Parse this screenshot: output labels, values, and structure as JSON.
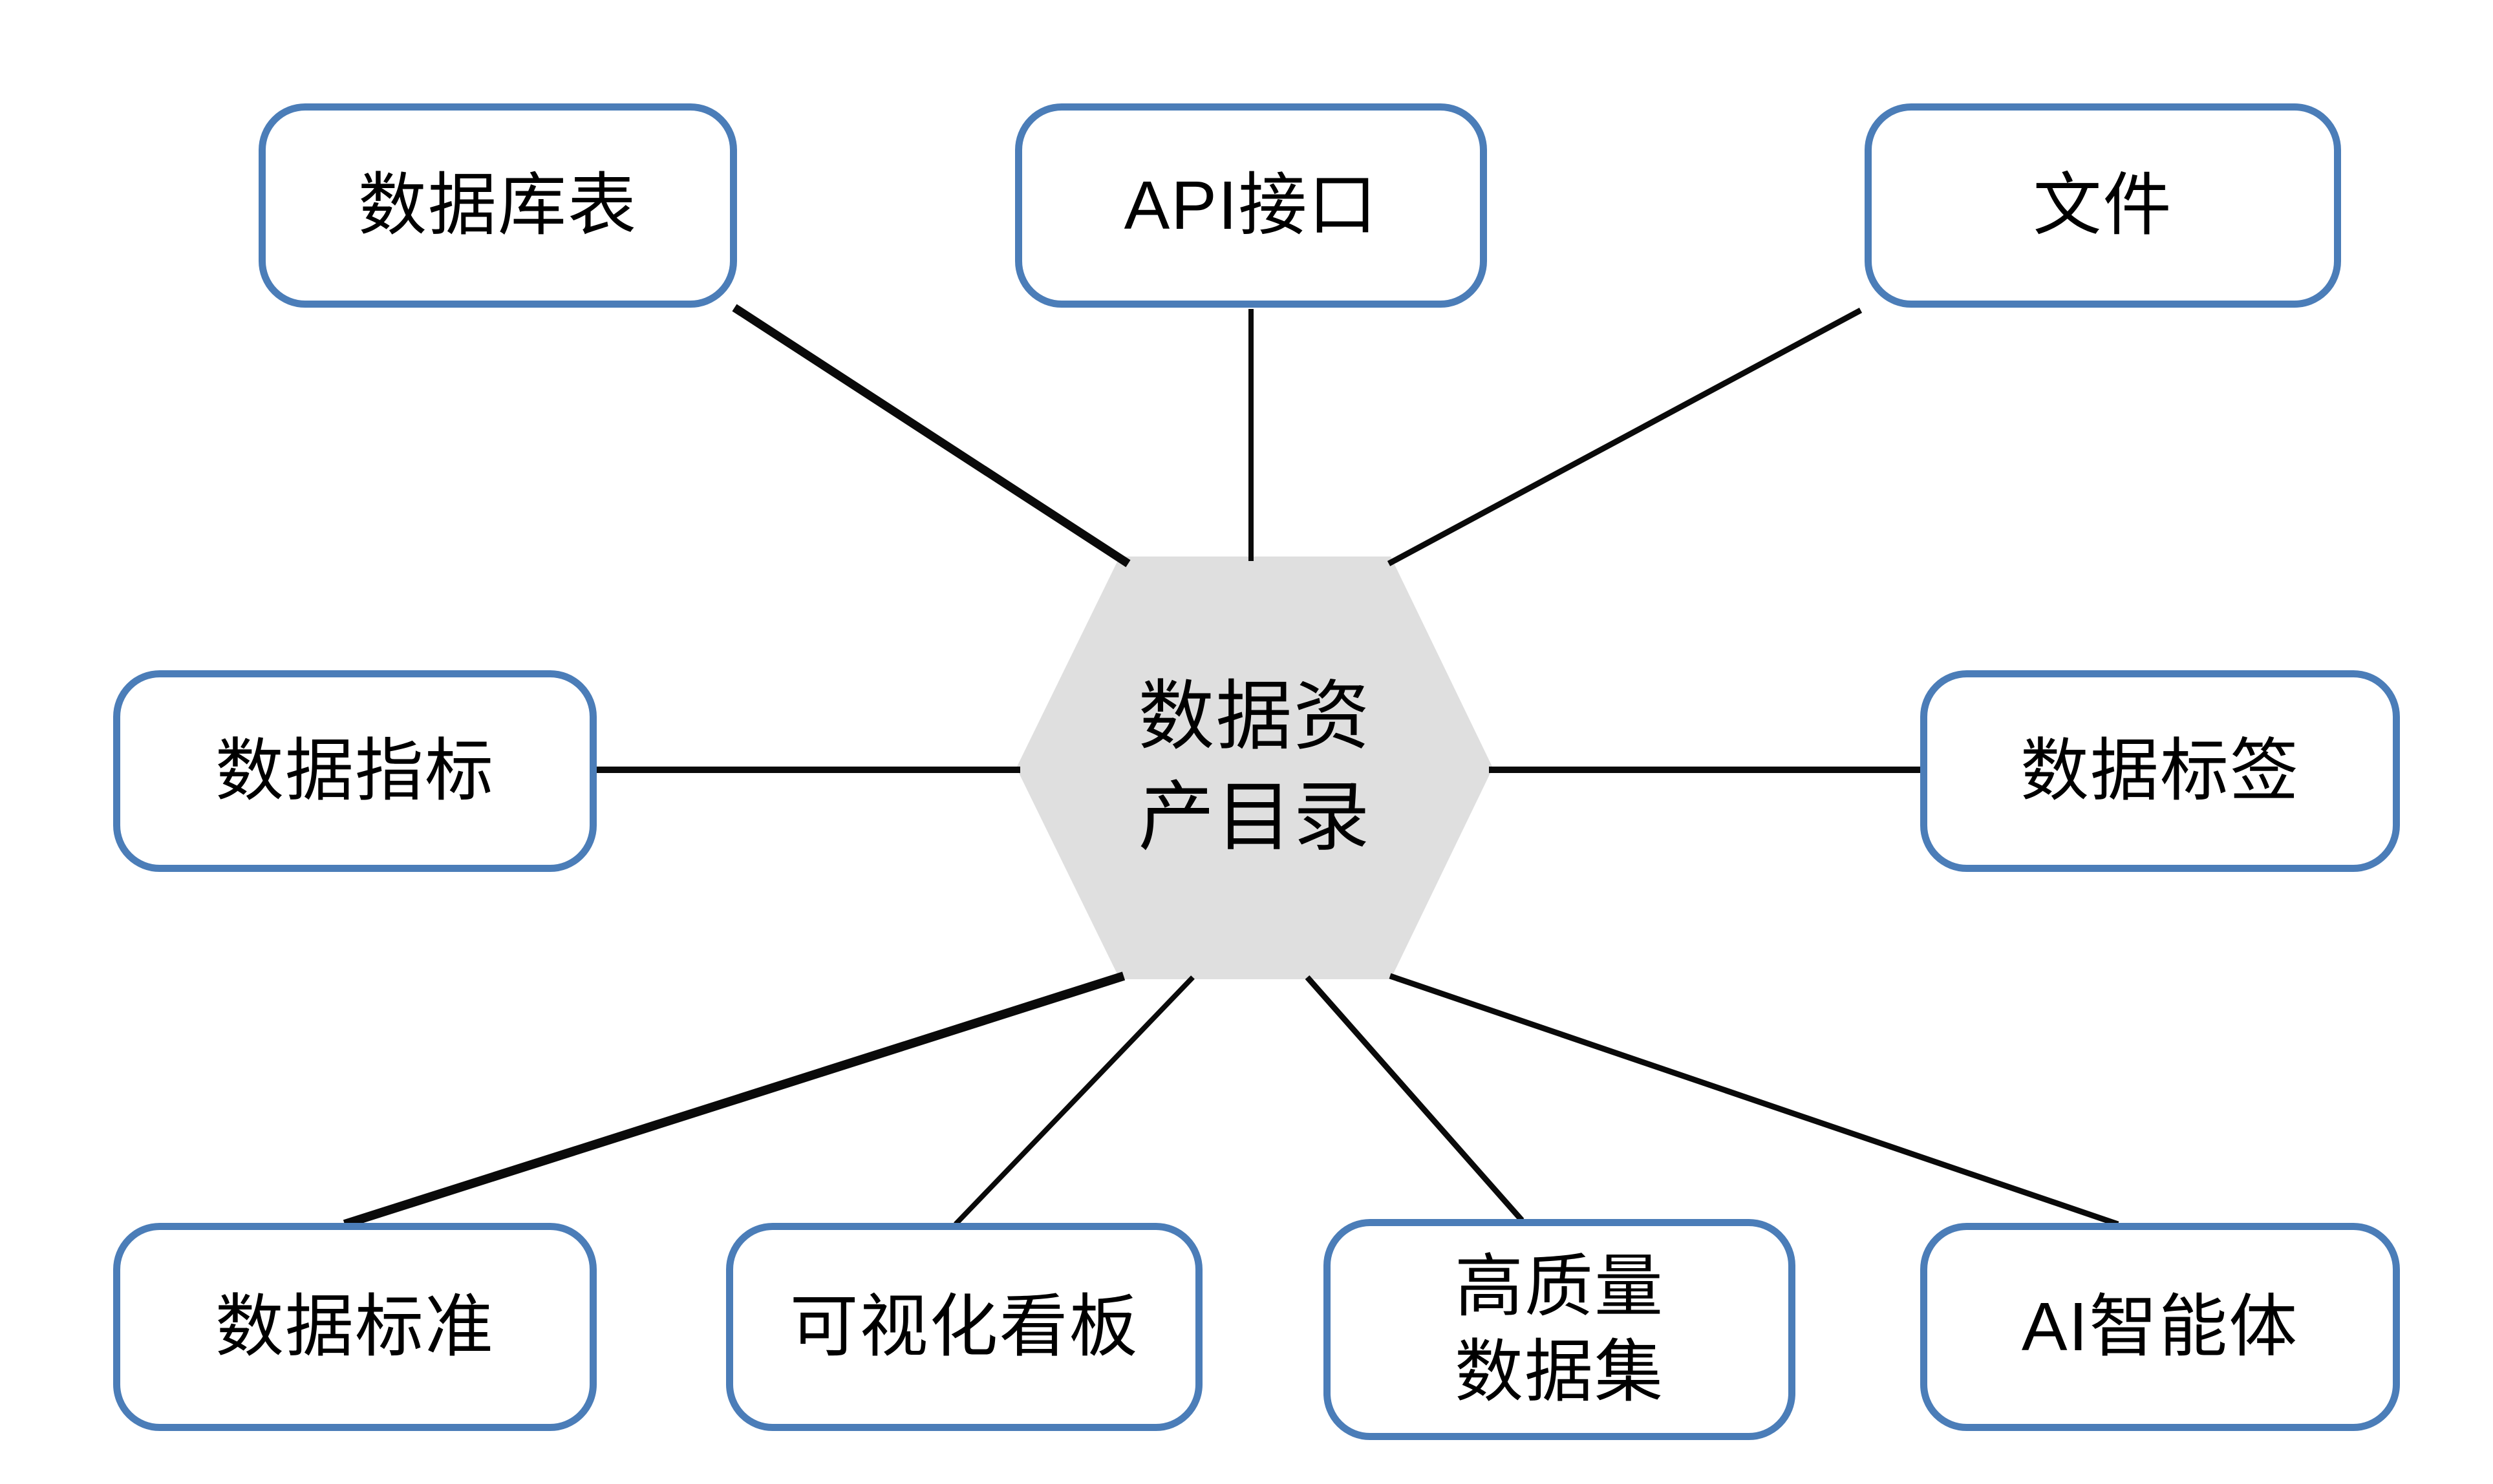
{
  "diagram": {
    "hub": {
      "label": "数据资\n产目录"
    },
    "nodes": [
      {
        "id": "database-table",
        "label": "数据库表"
      },
      {
        "id": "api-interface",
        "label": "API接口"
      },
      {
        "id": "file",
        "label": "文件"
      },
      {
        "id": "data-metrics",
        "label": "数据指标"
      },
      {
        "id": "data-tags",
        "label": "数据标签"
      },
      {
        "id": "data-standards",
        "label": "数据标准"
      },
      {
        "id": "visual-dashboard",
        "label": "可视化看板"
      },
      {
        "id": "high-quality-dataset",
        "label": "高质量\n数据集"
      },
      {
        "id": "ai-agent",
        "label": "AI智能体"
      }
    ],
    "colors": {
      "box_border": "#4b7db8",
      "box_fill": "#ffffff",
      "hub_fill": "#dfdfdf",
      "line": "#000000",
      "text": "#000000"
    }
  }
}
